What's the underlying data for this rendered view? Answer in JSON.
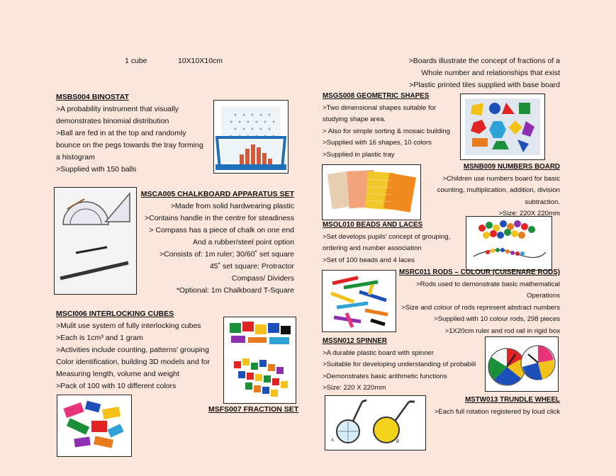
{
  "header": {
    "cube_qty": "1 cube",
    "cube_size": "10X10X10cm",
    "fraction_lines": [
      ">Boards illustrate the concept of fractions of a",
      "Whole number and relationships that exist",
      ">Plastic printed tiles supplied with base board"
    ]
  },
  "binostat": {
    "title": "MSBS004 BINOSTAT",
    "lines": [
      ">A probability instrument that visually",
      "demonstrates binomial distribution",
      ">Ball are fed in at the top and randomly",
      "bounce on the pegs towards the tray forming",
      "a histogram",
      ">Supplied with 150 balls"
    ]
  },
  "chalkboard": {
    "title": "MSCA005 CHALKBOARD APPARATUS SET",
    "lines": [
      ">Made from solid hardwearing plastic",
      ">Contains handle in the centre for steadiness",
      "> Compass has a piece of chalk on one end",
      "And a rubber/steel point option",
      ">Consists of: 1m ruler; 30/60˚ set square",
      "45˚ set square; Protractor",
      "Compass/ Dividers",
      "*Optional: 1m Chalkboard T-Square"
    ]
  },
  "cubes": {
    "title": "MSCI006 INTERLOCKING CUBES",
    "lines": [
      ">Mulit use system of fully interlocking cubes",
      ">Each is 1cm³ and 1 gram",
      ">Activities include counting, patterns' grouping",
      "Color identification, building 3D models and for",
      "Measuring length, volume and weight",
      ">Pack of 100 with 10 different colors"
    ]
  },
  "fraction_set": {
    "title": "MSFS007 FRACTION SET"
  },
  "geometric": {
    "title": "MSGS008 GEOMETRIC SHAPES",
    "lines": [
      ">Two dimensional shapes suitable for",
      "studying shape area.",
      "> Also for simple sorting & mosaic building",
      ">Supplied with 16 shapes, 10 colors",
      ">Supplied in plastic tray"
    ]
  },
  "numbers_board": {
    "title": "MSNB009 NUMBERS BOARD",
    "lines": [
      ">Children use numbers board for basic",
      "counting, multiplication, addition, division",
      "subtraction.",
      ">Size: 220X 220mm"
    ]
  },
  "beads": {
    "title": "MSOL010 BEADS AND LACES",
    "lines": [
      ">Set develops pupils' concept of grouping,",
      "ordering and number association",
      ">Set of 100 beads and 4 laces"
    ]
  },
  "rods": {
    "title": "MSRC011 RODS – COLOUR (CUISENARE RODS)",
    "lines": [
      ">Rods used to demonstrate basic mathematical",
      "Operations",
      ">Size and colour of rods represent abstract numbers",
      ">Supplied with 10 colour rods, 298 pieces",
      ">1X20cm ruler and rod rail in rigid box"
    ]
  },
  "spinner": {
    "title": "MSSN012 SPINNER",
    "lines": [
      ">A durable plastic board with spinner",
      ">Suitable for developing understanding of probabili",
      ">Demonstrates basic arithmetic functions",
      ">Size: 220 X 220mm"
    ]
  },
  "trundle": {
    "title": "MSTW013 TRUNDLE WHEEL",
    "lines": [
      ">Each full rotation registered by loud click"
    ]
  },
  "image_captions": {
    "wheel_a": "A",
    "wheel_b": "B"
  }
}
